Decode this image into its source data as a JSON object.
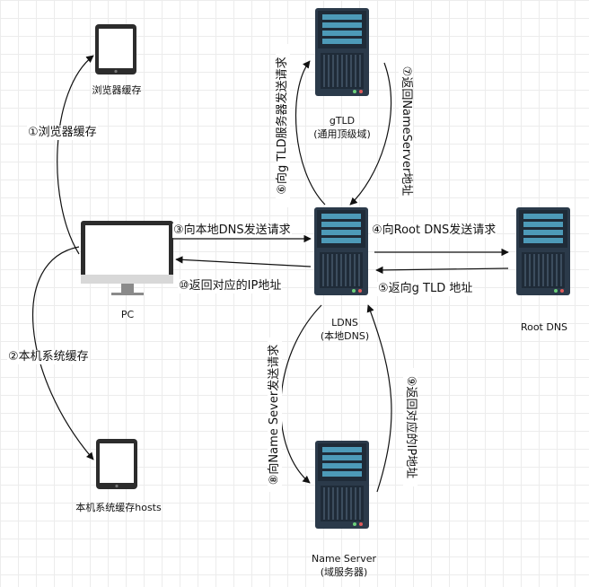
{
  "nodes": {
    "browser_cache": {
      "label": "浏览器缓存"
    },
    "pc": {
      "label": "PC"
    },
    "local_cache": {
      "label": "本机系统缓存hosts"
    },
    "gtld": {
      "label": "gTLD",
      "sublabel": "(通用顶级域)"
    },
    "ldns": {
      "label": "LDNS",
      "sublabel": "(本地DNS)"
    },
    "root_dns": {
      "label": "Root DNS"
    },
    "name_server": {
      "label": "Name Server",
      "sublabel": "(域服务器)"
    }
  },
  "edges": [
    {
      "id": "e1",
      "from": "pc",
      "to": "browser_cache",
      "label": "①浏览器缓存"
    },
    {
      "id": "e2",
      "from": "pc",
      "to": "local_cache",
      "label": "②本机系统缓存"
    },
    {
      "id": "e3",
      "from": "pc",
      "to": "ldns",
      "label": "③向本地DNS发送请求"
    },
    {
      "id": "e4",
      "from": "ldns",
      "to": "root_dns",
      "label": "④向Root DNS发送请求"
    },
    {
      "id": "e5",
      "from": "root_dns",
      "to": "ldns",
      "label": "⑤返向g TLD 地址"
    },
    {
      "id": "e6",
      "from": "ldns",
      "to": "gtld",
      "label": "⑥向g TLD服务器发送请求"
    },
    {
      "id": "e7",
      "from": "gtld",
      "to": "ldns",
      "label": "⑦返回NameServer地址"
    },
    {
      "id": "e8",
      "from": "ldns",
      "to": "name_server",
      "label": "⑧向Name Sever发送请求"
    },
    {
      "id": "e9",
      "from": "name_server",
      "to": "ldns",
      "label": "⑨返回对应的IP地址"
    },
    {
      "id": "e10",
      "from": "ldns",
      "to": "pc",
      "label": "⑩返回对应的IP地址"
    }
  ],
  "colors": {
    "server_body": "#2b3a4a",
    "server_panel": "#4d9ab8",
    "device_frame": "#2c2c2c",
    "edge": "#111111"
  }
}
